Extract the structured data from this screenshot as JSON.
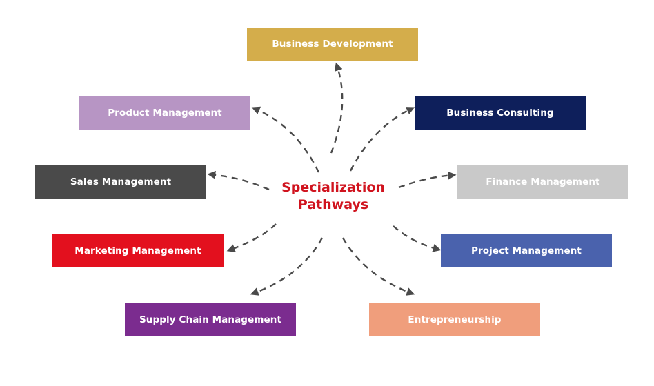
{
  "center": {
    "line1": "Specialization",
    "line2": "Pathways",
    "color": "#d0131e"
  },
  "pathways": [
    {
      "id": "bd",
      "label": "Business Development",
      "color": "#d4ad4b"
    },
    {
      "id": "pm",
      "label": "Product Management",
      "color": "#b795c4"
    },
    {
      "id": "bc",
      "label": "Business Consulting",
      "color": "#0e1f5b"
    },
    {
      "id": "sm",
      "label": "Sales Management",
      "color": "#4a4a4a"
    },
    {
      "id": "fm",
      "label": "Finance Management",
      "color": "#c9c9c9"
    },
    {
      "id": "mm",
      "label": "Marketing Management",
      "color": "#e3101e"
    },
    {
      "id": "prj",
      "label": "Project Management",
      "color": "#4a62ad"
    },
    {
      "id": "scm",
      "label": "Supply Chain Management",
      "color": "#7b2c8f"
    },
    {
      "id": "ent",
      "label": "Entrepreneurship",
      "color": "#f09e7c"
    }
  ],
  "arrow_color": "#4a4a4a"
}
